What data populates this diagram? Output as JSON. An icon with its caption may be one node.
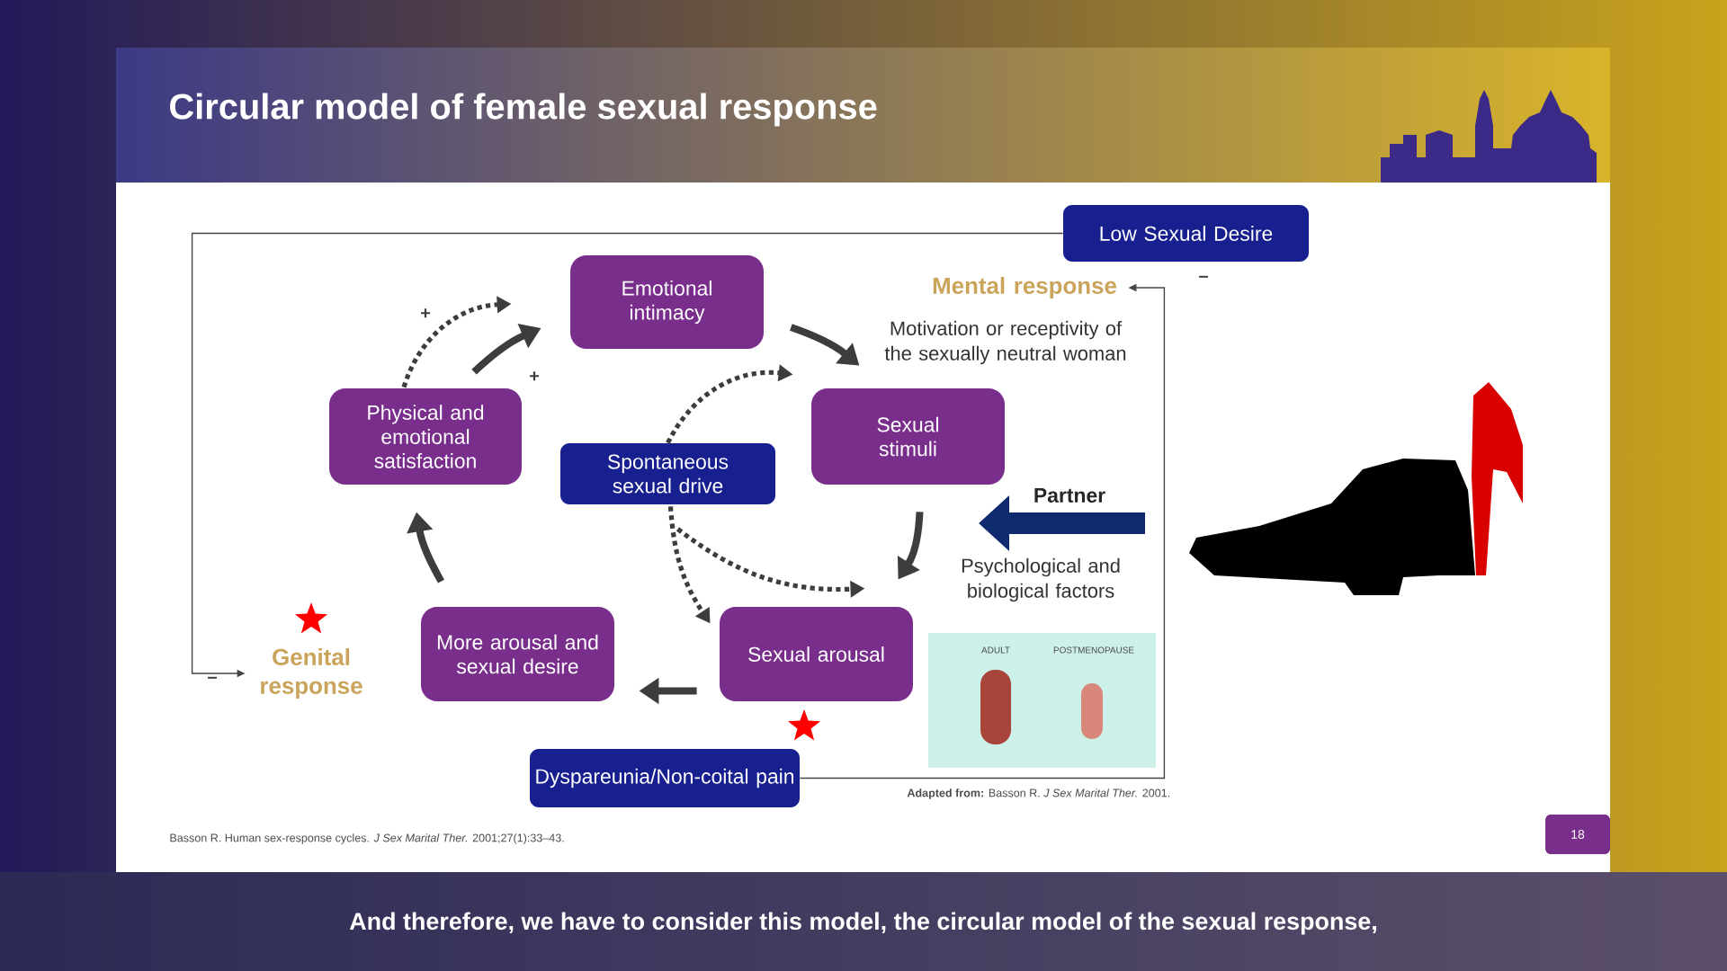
{
  "diagram": {
    "title": "Circular model of female sexual response",
    "caption": "And therefore, we have to consider this model, the circular model of the sexual response,",
    "nodes": [
      {
        "text": [
          "Low Sexual Desire"
        ]
      },
      {
        "text": [
          "Emotional intimacy"
        ]
      },
      {
        "text": [
          "Mental response"
        ]
      },
      {
        "text": [
          "Physical and emotional satisfaction"
        ]
      },
      {
        "text": [
          "Spontaneous sexual drive"
        ]
      },
      {
        "text": [
          "Sexual stimuli"
        ]
      },
      {
        "text": [
          "Genital response"
        ]
      },
      {
        "text": [
          "More arousal and sexual desire"
        ]
      },
      {
        "text": [
          "Sexual arousal"
        ]
      },
      {
        "text": [
          "Dyspareunia/Non-coital pain"
        ]
      }
    ],
    "edges": [
      {
        "from": 3,
        "to": 1,
        "arrow": "to",
        "style": "dashed",
        "label": "+"
      },
      {
        "from": 3,
        "to": 1,
        "arrow": "to",
        "label": "+"
      },
      {
        "from": 1,
        "to": 5,
        "arrow": "to"
      },
      {
        "from": 5,
        "to": 8,
        "arrow": "to"
      },
      {
        "from": 8,
        "to": 7,
        "arrow": "to"
      },
      {
        "from": 7,
        "to": 3,
        "arrow": "to"
      },
      {
        "from": 4,
        "to": 5,
        "arrow": "to",
        "style": "dashed"
      },
      {
        "from": 4,
        "to": 8,
        "arrow": "to",
        "style": "dashed"
      },
      {
        "from": 4,
        "to": 8,
        "arrow": "to",
        "style": "dashed"
      },
      {
        "from": 9,
        "to": 2,
        "arrow": "to",
        "label": "–"
      },
      {
        "from": 0,
        "to": 6,
        "arrow": "to",
        "label": "–"
      }
    ],
    "labels": [
      "Motivation or receptivity of the sexually neutral woman",
      "Partner",
      "Psychological and biological factors",
      "ADULT",
      "POSTMENOPAUSE",
      "**Adapted from:** Basson R. *J Sex Marital Ther.* 2001.",
      "Basson R. Human sex-response cycles. *J Sex Marital Ther.* 2001;27(1):33–43.",
      "18"
    ]
  }
}
